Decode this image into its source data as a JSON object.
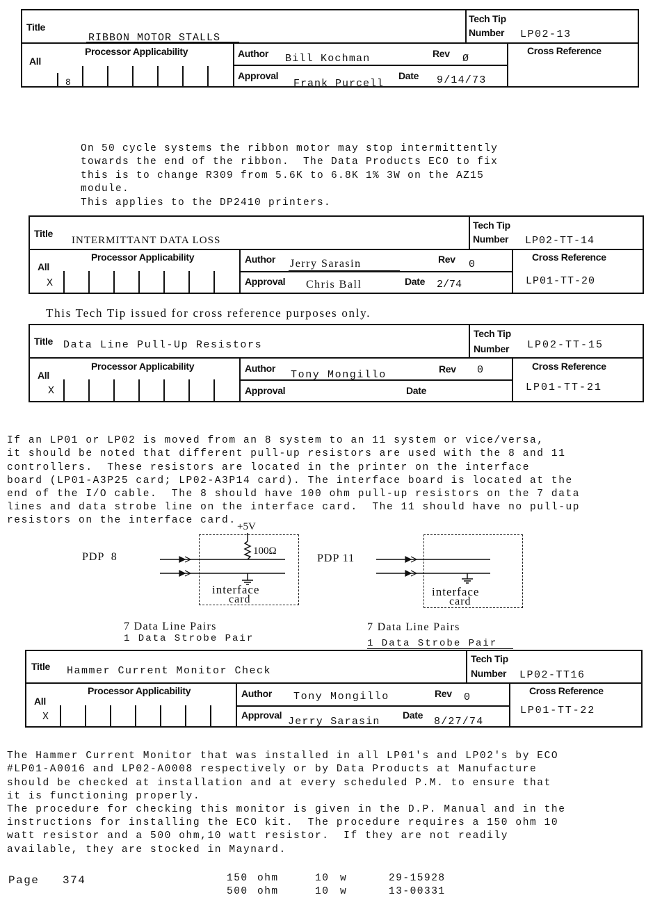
{
  "labels": {
    "title": "Title",
    "tech_tip": "Tech Tip",
    "number": "Number",
    "processor_applicability": "Processor Applicability",
    "all": "All",
    "author": "Author",
    "rev": "Rev",
    "approval": "Approval",
    "date": "Date",
    "cross_reference": "Cross Reference"
  },
  "tips": [
    {
      "title": "RIBBON MOTOR STALLS",
      "number": "LP02-13",
      "all_mark": "",
      "processor_mark": "8",
      "author": "Bill Kochman",
      "rev": "Ø",
      "approval": "Frank Purcell",
      "date": "9/14/73",
      "cross_reference": ""
    },
    {
      "title": "INTERMITTANT DATA LOSS",
      "number": "LP02-TT-14",
      "all_mark": "X",
      "author": "Jerry Sarasin",
      "rev": "0",
      "approval": "Chris Ball",
      "date": "2/74",
      "cross_reference": "LP01-TT-20"
    },
    {
      "title": "Data Line Pull-Up  Resistors",
      "number": "LP02-TT-15",
      "all_mark": "X",
      "author": "Tony Mongillo",
      "rev": "0",
      "approval": "",
      "date": "",
      "cross_reference": "LP01-TT-21"
    },
    {
      "title": "Hammer Current Monitor Check",
      "number": "LP02-TT16",
      "all_mark": "X",
      "author": "Tony Mongillo",
      "rev": "0",
      "approval": "Jerry Sarasin",
      "date": "8/27/74",
      "cross_reference": "LP01-TT-22"
    }
  ],
  "tip1_body": [
    "On 50 cycle systems the ribbon motor may stop intermittently",
    "towards the end of the ribbon.  The Data Products ECO to fix",
    "this is to change R309 from 5.6K to 6.8K 1% 3W on the AZ15",
    "module.",
    "",
    "This applies to the DP2410 printers."
  ],
  "tip2_body": "This Tech Tip issued for cross reference purposes only.",
  "tip3_body": [
    "If an LP01 or LP02 is moved from an 8 system to an 11 system or vice/versa,",
    "it should be noted that different pull-up resistors are used with the 8 and 11",
    "controllers.  These resistors are located in the printer on the interface",
    "board (LP01-A3P25 card; LP02-A3P14 card). The interface board is located at the",
    "end of the I/O cable.  The 8 should have 100 ohm pull-up resistors on the 7 data",
    "lines and data strobe line on the interface card.  The 11 should have no pull-up",
    "resistors on the interface card."
  ],
  "diagram": {
    "left_label": "PDP  8",
    "right_label": "PDP 11",
    "voltage": "+5V",
    "resistor": "100Ω",
    "card_label_1": "interface",
    "card_label_2": "card",
    "left_pairs_1": "7 Data Line Pairs",
    "left_pairs_2": "1 Data Strobe Pair",
    "right_pairs_1": "7 Data Line Pairs",
    "right_pairs_2": "1 Data Strobe Pair"
  },
  "tip4_body": [
    "The Hammer Current Monitor that was installed in all LP01's and LP02's by ECO",
    "#LP01-A0016 and LP02-A0008 respectively or by Data Products at Manufacture",
    "should be checked at installation and at every scheduled P.M. to ensure that",
    "it is functioning properly.",
    "",
    "The procedure for checking this monitor is given in the D.P. Manual and in the",
    "instructions for installing the ECO kit.  The procedure requires a 150 ohm 10",
    "watt resistor and a 500 ohm,10 watt resistor.  If they are not readily",
    "available, they are stocked in Maynard."
  ],
  "footer": {
    "page_label": "Page",
    "page_number": "374"
  },
  "parts": [
    {
      "ohm": "150",
      "ohm_unit": "ohm",
      "watt": "10",
      "watt_unit": "w",
      "part": "29-15928"
    },
    {
      "ohm": "500",
      "ohm_unit": "ohm",
      "watt": "10",
      "watt_unit": "w",
      "part": "13-00331"
    }
  ]
}
